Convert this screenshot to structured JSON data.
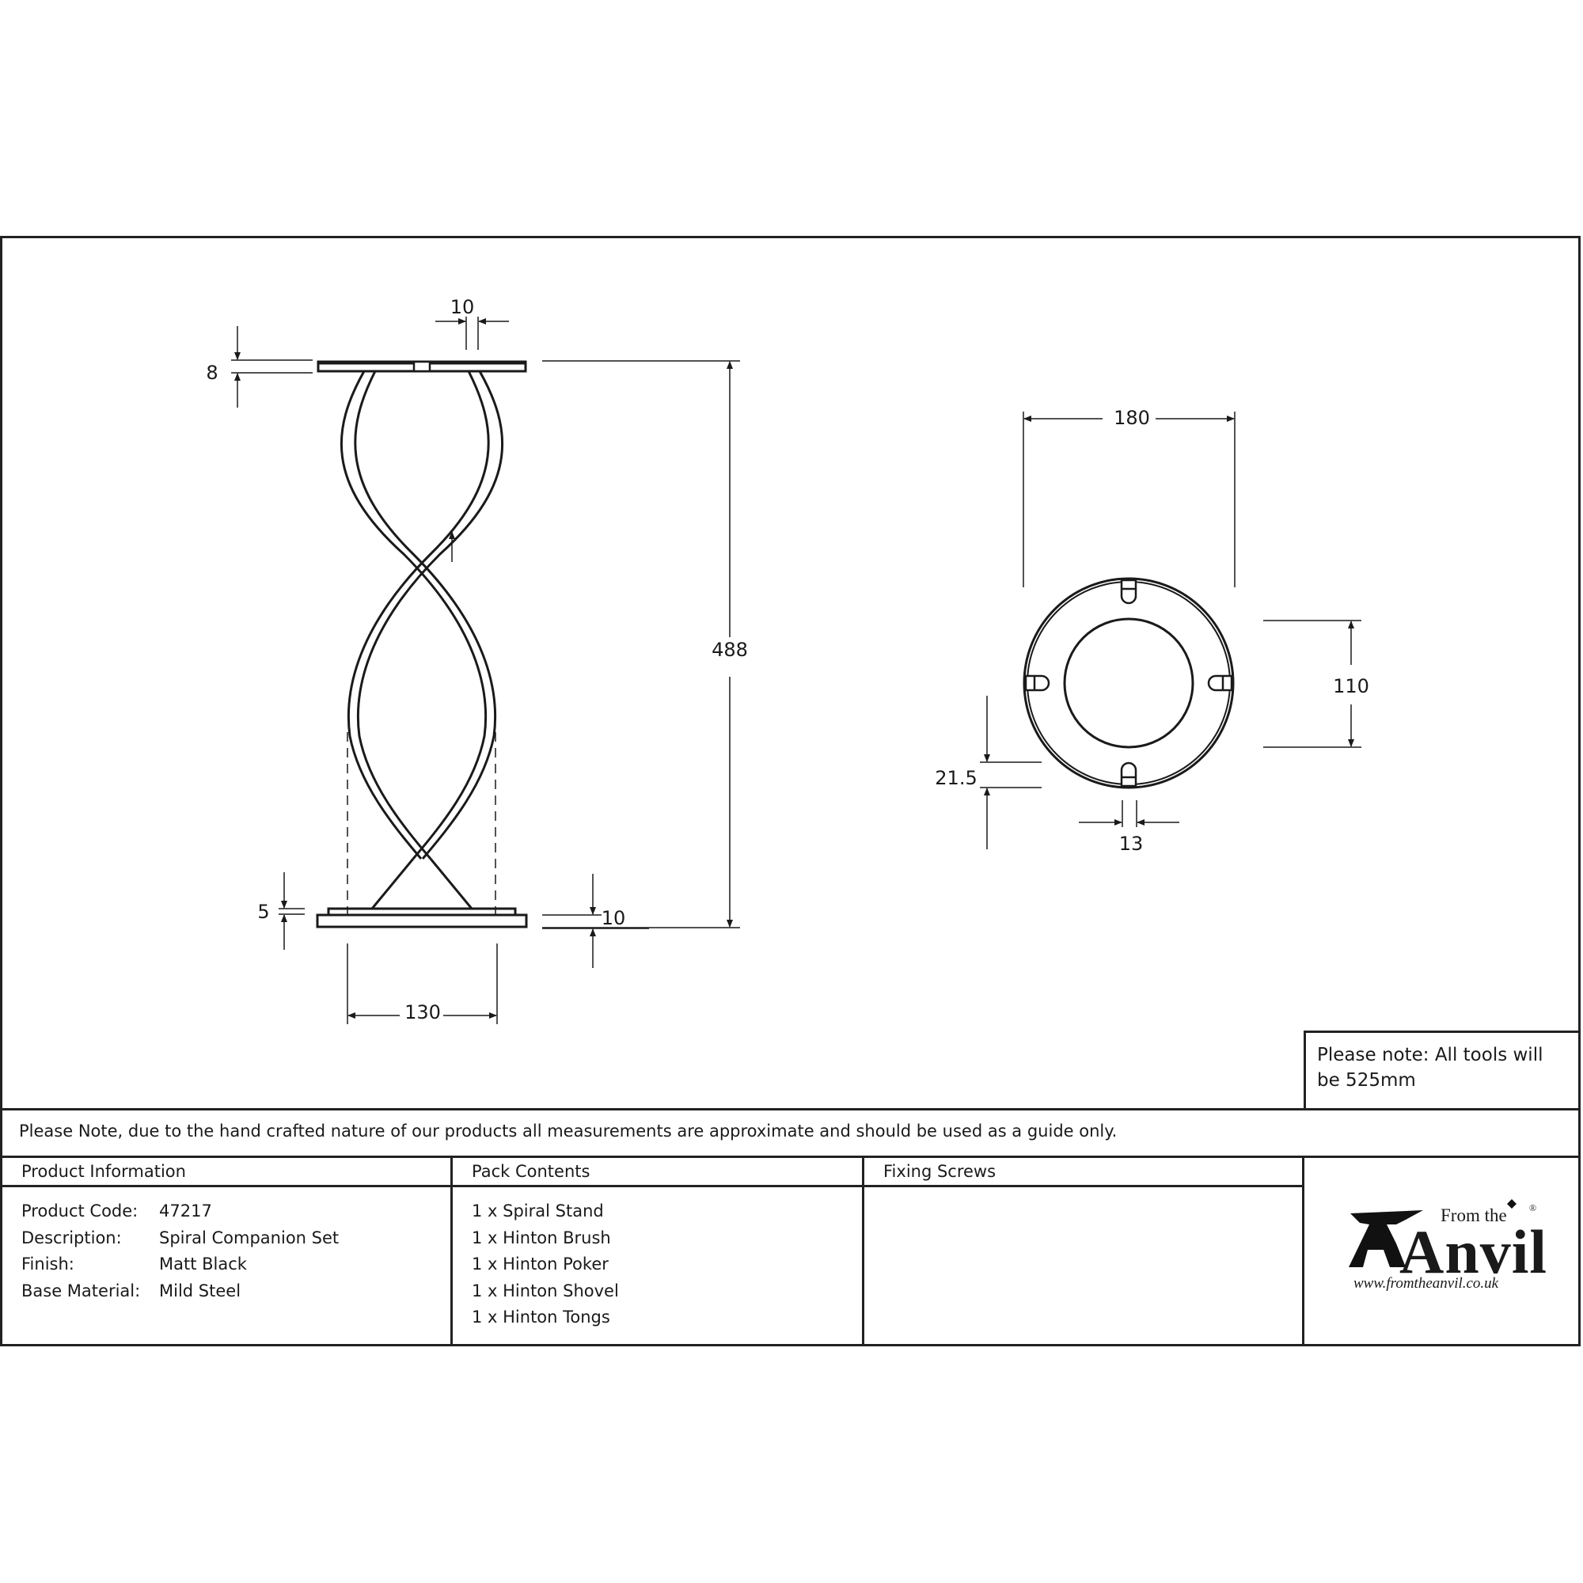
{
  "drawing": {
    "side_view": {
      "dims": {
        "top_slot_width": "10",
        "top_plate_thickness": "8",
        "overall_height": "488",
        "base_step": "5",
        "base_thickness": "10",
        "base_width": "130"
      }
    },
    "top_view": {
      "dims": {
        "outer_diameter": "180",
        "inner_diameter": "110",
        "slot_depth": "21.5",
        "slot_width": "13"
      }
    }
  },
  "tools_note": "Please note: All tools will be 525mm",
  "disclaimer": "Please Note, due to the hand crafted nature of our products all measurements are approximate and should be used as a guide only.",
  "product_info": {
    "header": "Product Information",
    "rows": [
      {
        "label": "Product Code:",
        "value": "47217"
      },
      {
        "label": "Description:",
        "value": "Spiral Companion Set"
      },
      {
        "label": "Finish:",
        "value": "Matt Black"
      },
      {
        "label": "Base Material:",
        "value": "Mild Steel"
      }
    ]
  },
  "pack_contents": {
    "header": "Pack Contents",
    "items": [
      "1 x Spiral Stand",
      "1 x Hinton Brush",
      "1 x Hinton Poker",
      "1 x Hinton Shovel",
      "1 x Hinton Tongs"
    ]
  },
  "fixing_screws": {
    "header": "Fixing Screws",
    "items": []
  },
  "logo": {
    "from_the": "From the",
    "brand": "Anvil",
    "registered": "®",
    "url": "www.fromtheanvil.co.uk"
  }
}
